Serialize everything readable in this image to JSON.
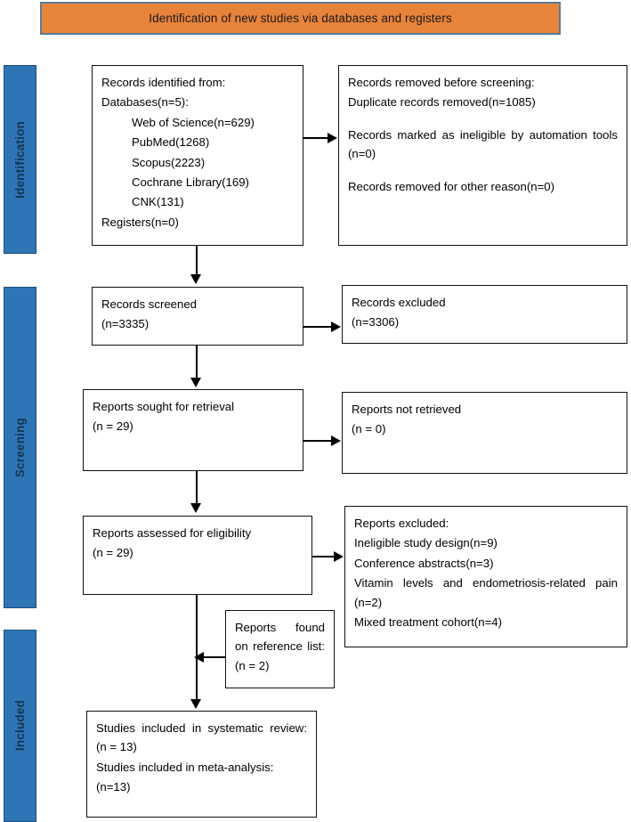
{
  "header": {
    "title": "Identification of new studies via databases and registers",
    "background_color": "#E8833A",
    "border_color": "#5B7A96"
  },
  "stages": {
    "bar_color": "#2E75B6",
    "label_color": "#16344F",
    "items": [
      {
        "label": "Identification"
      },
      {
        "label": "Screening"
      },
      {
        "label": "Included"
      }
    ]
  },
  "boxes": {
    "records_identified": {
      "line1": "Records identified from:",
      "line2": "Databases(n=5):",
      "database_1": "Web of Science(n=629)",
      "database_2": "PubMed(1268)",
      "database_3": "Scopus(2223)",
      "database_4": "Cochrane Library(169)",
      "database_5": "CNK(131)",
      "line_last": "Registers(n=0)"
    },
    "records_removed": {
      "line1": "Records removed before screening:",
      "line2": "Duplicate records removed(n=1085)",
      "line3": "Records marked as ineligible by automation tools (n=0)",
      "line4": "Records removed for other reason(n=0)"
    },
    "records_screened": {
      "line1": "Records screened",
      "line2": "(n=3335)"
    },
    "records_excluded": {
      "line1": "Records excluded",
      "line2": "(n=3306)"
    },
    "reports_sought": {
      "line1": "Reports sought for retrieval",
      "line2": "(n = 29)"
    },
    "reports_not_retrieved": {
      "line1": "Reports not retrieved",
      "line2": "(n = 0)"
    },
    "reports_assessed": {
      "line1": "Reports assessed for eligibility",
      "line2": "(n = 29)"
    },
    "reports_excluded": {
      "line1": "Reports excluded:",
      "line2": "Ineligible study design(n=9)",
      "line3": "Conference abstracts(n=3)",
      "line4": "Vitamin levels and endometriosis-related pain (n=2)",
      "line5": "Mixed treatment cohort(n=4)"
    },
    "reports_found_reference": {
      "line1": "Reports found on reference list: (n = 2)"
    },
    "studies_included": {
      "line1": "Studies included in systematic review: (n = 13)",
      "line2": "Studies included in meta-analysis:",
      "line3": "(n=13)"
    }
  },
  "chart_data": {
    "type": "diagram",
    "title": "PRISMA 2020 flow diagram",
    "nodes": [
      {
        "id": "records_identified",
        "stage": "Identification",
        "value": 5,
        "detail": {
          "Web of Science": 629,
          "PubMed": 1268,
          "Scopus": 2223,
          "Cochrane Library": 169,
          "CNK": 131,
          "Registers": 0
        }
      },
      {
        "id": "records_removed",
        "stage": "Identification",
        "detail": {
          "duplicates": 1085,
          "automation_ineligible": 0,
          "other_reason": 0
        }
      },
      {
        "id": "records_screened",
        "stage": "Screening",
        "value": 3335
      },
      {
        "id": "records_excluded",
        "stage": "Screening",
        "value": 3306
      },
      {
        "id": "reports_sought",
        "stage": "Screening",
        "value": 29
      },
      {
        "id": "reports_not_retrieved",
        "stage": "Screening",
        "value": 0
      },
      {
        "id": "reports_assessed",
        "stage": "Screening",
        "value": 29
      },
      {
        "id": "reports_excluded",
        "stage": "Screening",
        "detail": {
          "ineligible_study_design": 9,
          "conference_abstracts": 3,
          "vitamin_levels_endometriosis_pain": 2,
          "mixed_treatment_cohort": 4
        }
      },
      {
        "id": "reports_found_reference",
        "stage": "Screening",
        "value": 2
      },
      {
        "id": "studies_included",
        "stage": "Included",
        "detail": {
          "systematic_review": 13,
          "meta_analysis": 13
        }
      }
    ],
    "edges": [
      {
        "from": "records_identified",
        "to": "records_removed"
      },
      {
        "from": "records_identified",
        "to": "records_screened"
      },
      {
        "from": "records_screened",
        "to": "records_excluded"
      },
      {
        "from": "records_screened",
        "to": "reports_sought"
      },
      {
        "from": "reports_sought",
        "to": "reports_not_retrieved"
      },
      {
        "from": "reports_sought",
        "to": "reports_assessed"
      },
      {
        "from": "reports_assessed",
        "to": "reports_excluded"
      },
      {
        "from": "reports_found_reference",
        "to": "studies_included"
      },
      {
        "from": "reports_assessed",
        "to": "studies_included"
      }
    ]
  }
}
